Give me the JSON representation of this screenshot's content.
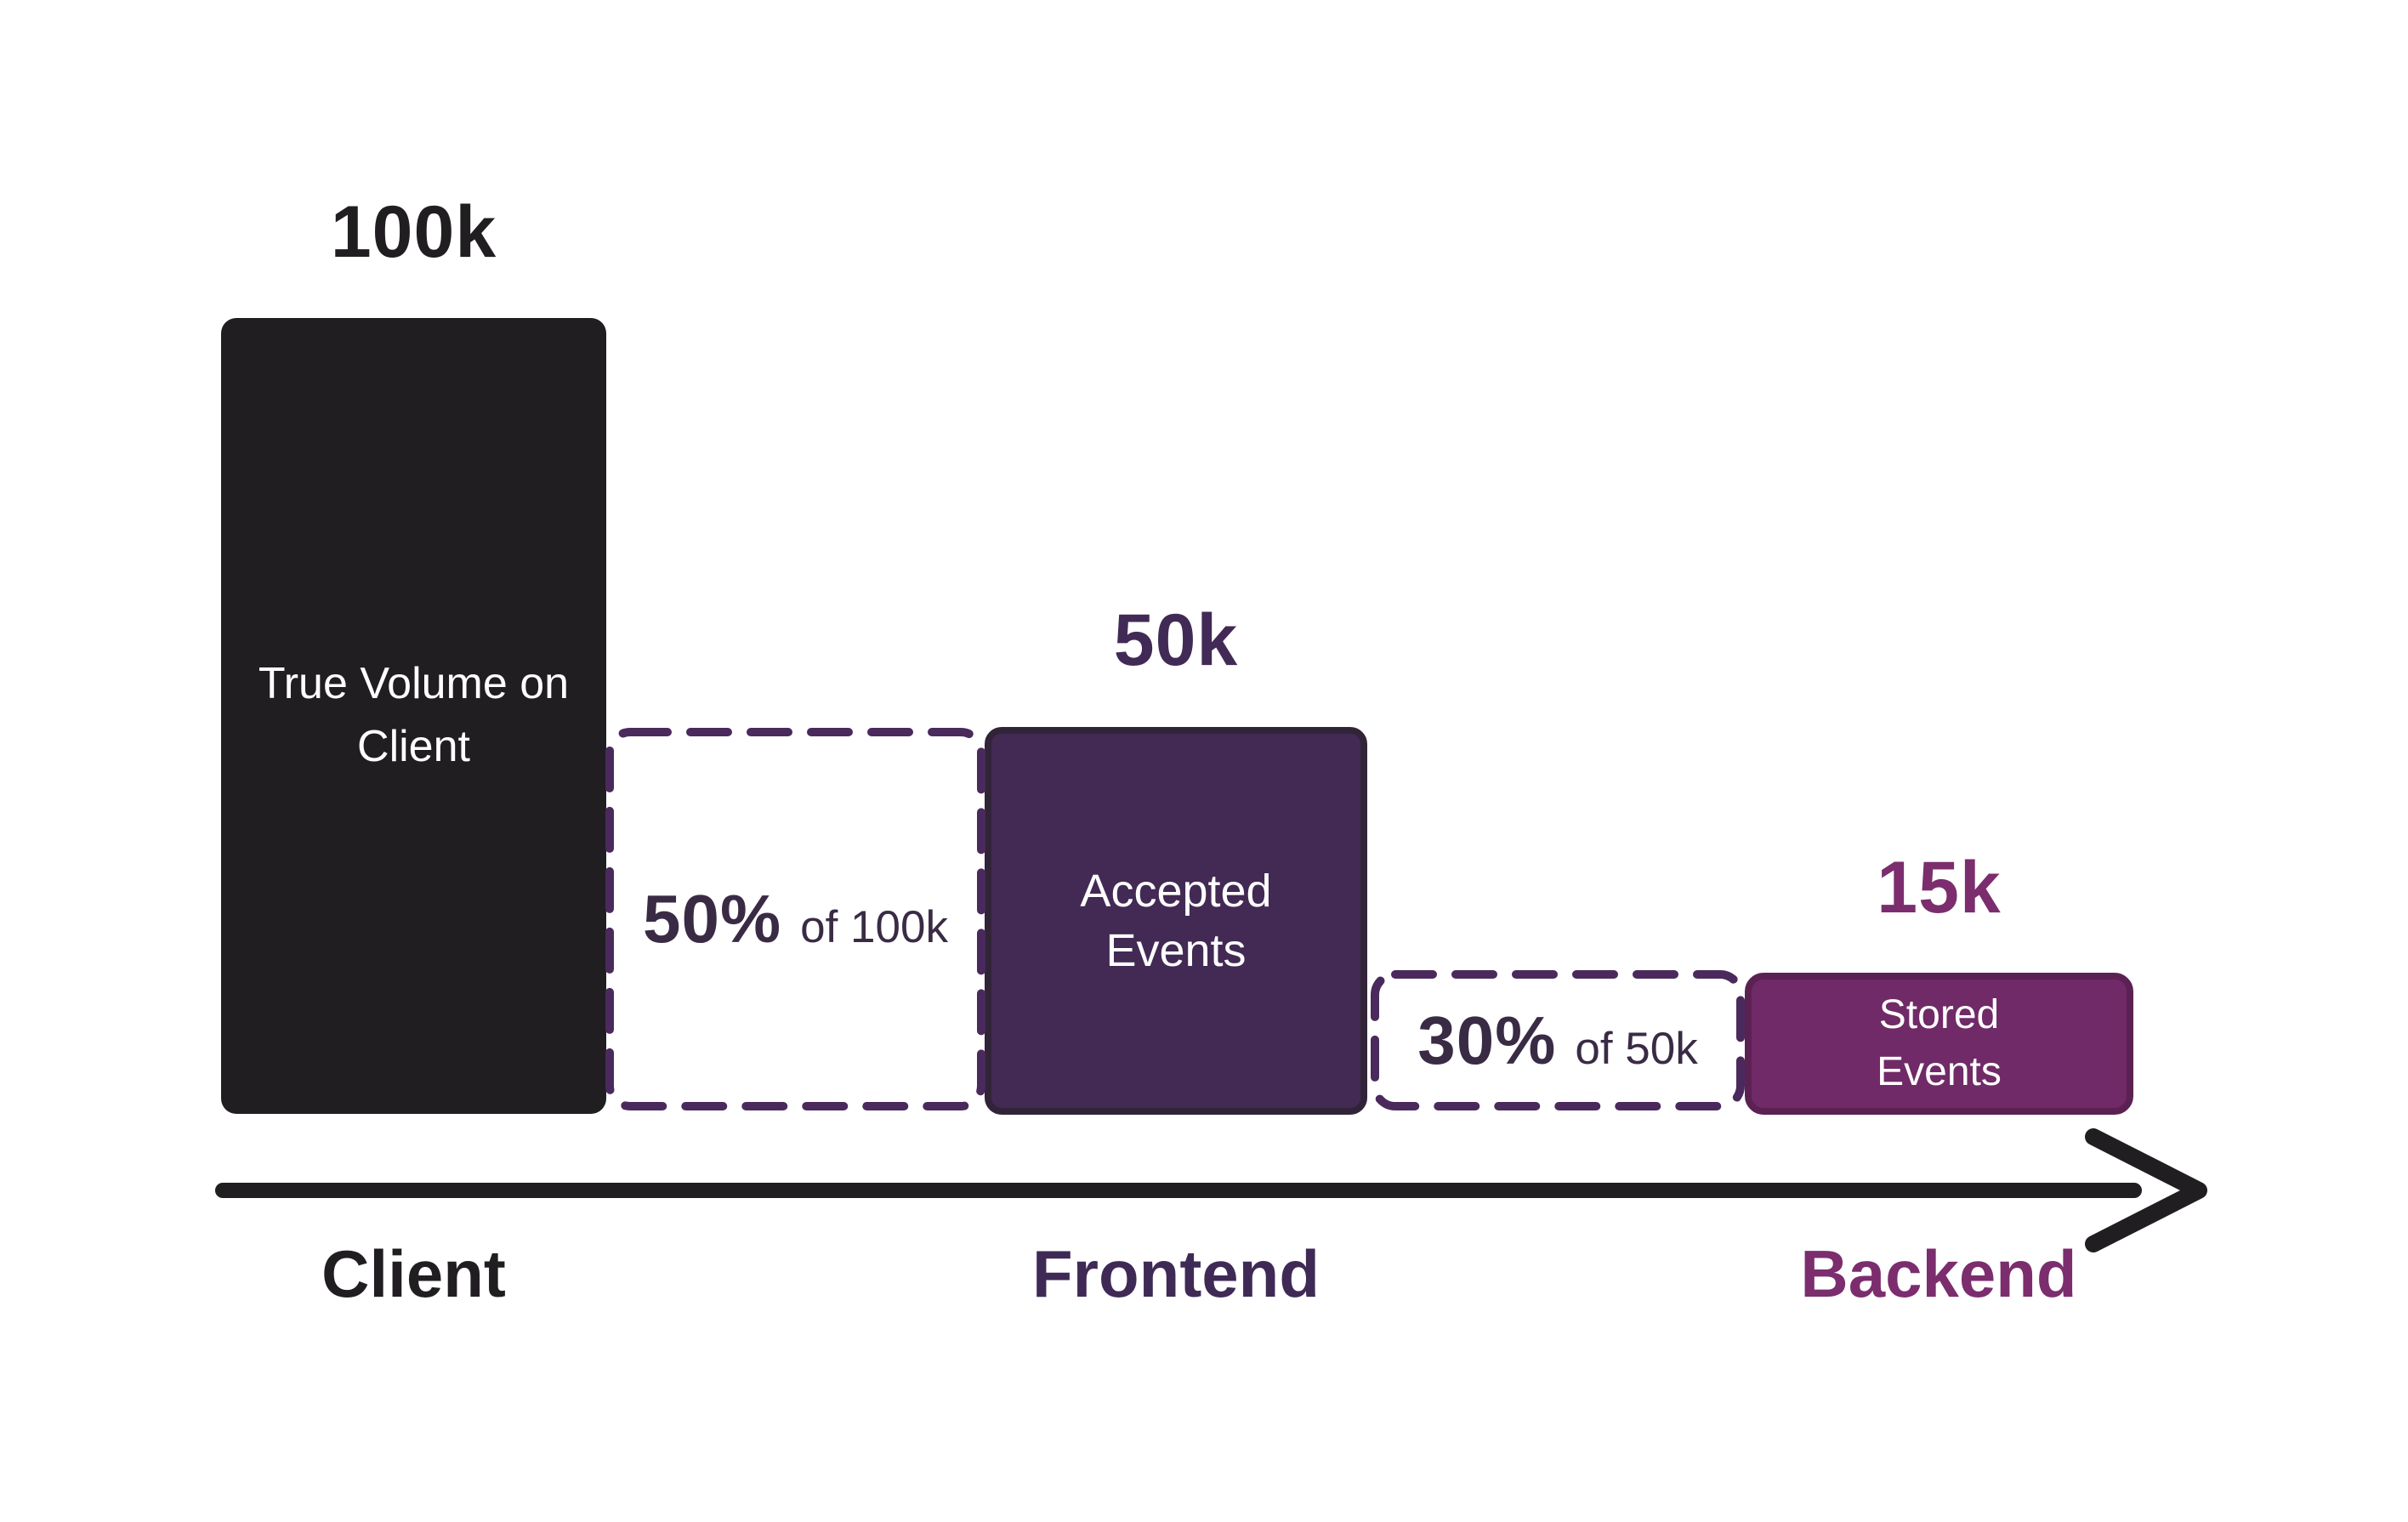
{
  "chart_data": {
    "type": "bar",
    "title": "",
    "categories": [
      "Client",
      "Frontend",
      "Backend"
    ],
    "values": [
      100000,
      50000,
      15000
    ],
    "value_labels": [
      "100k",
      "50k",
      "15k"
    ],
    "bar_labels": [
      "True Volume on Client",
      "Accepted Events",
      "Stored Events"
    ],
    "annotations": [
      {
        "text": "50% of 100k",
        "between": [
          "Client",
          "Frontend"
        ]
      },
      {
        "text": "30% of 50k",
        "between": [
          "Frontend",
          "Backend"
        ]
      }
    ],
    "xlabel": "",
    "ylabel": "",
    "legend": false,
    "axis_style": "horizontal flow arrow, left to right",
    "ylim": [
      0,
      100000
    ]
  },
  "stages": [
    {
      "id": "client",
      "axis_label": "Client",
      "value_label": "100k",
      "bar_label": "True Volume on\nClient",
      "bar_color": "#211E21"
    },
    {
      "id": "frontend",
      "axis_label": "Frontend",
      "value_label": "50k",
      "bar_label": "Accepted Events",
      "bar_color": "#422A54"
    },
    {
      "id": "backend",
      "axis_label": "Backend",
      "value_label": "15k",
      "bar_label": "Stored\nEvents",
      "bar_color": "#702A67"
    }
  ],
  "drops": [
    {
      "percent": "50%",
      "of": "of 100k"
    },
    {
      "percent": "30%",
      "of": "of 50k"
    }
  ],
  "colors": {
    "background": "#FFFFFF",
    "ink": "#211E21",
    "bar_frontend_fill": "#422A54",
    "bar_frontend_border": "#322438",
    "bar_backend_fill": "#702A67",
    "bar_backend_border": "#5B2153",
    "dashed_border": "#4A2A5C",
    "drop_text": "#3A2B45",
    "value_frontend": "#422A56",
    "label_frontend": "#3F2A56",
    "label_backend": "#7B2D6E",
    "bar_text": "#FFFFFF"
  }
}
